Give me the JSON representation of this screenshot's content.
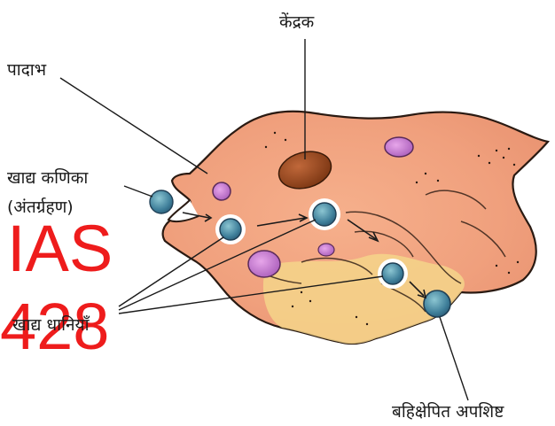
{
  "labels": {
    "nucleus": "केंद्रक",
    "pseudopodia": "पादाभ",
    "food_particle_line1": "खाद्य कणिका",
    "food_particle_line2": "(अंतर्ग्रहण)",
    "food_vacuoles": "खाद्य धानियाँ",
    "egested_waste": "बहिक्षेपित अपशिष्ट"
  },
  "watermark": {
    "line1": "IAS",
    "line2": "428"
  },
  "colors": {
    "cell_body": "#f2a07a",
    "cell_lower": "#f5d58a",
    "nucleus": "#9a4a22",
    "vacuole": "#4f8fa6",
    "purple_vacuole": "#c37ad0",
    "watermark": "#ee1c1c"
  }
}
